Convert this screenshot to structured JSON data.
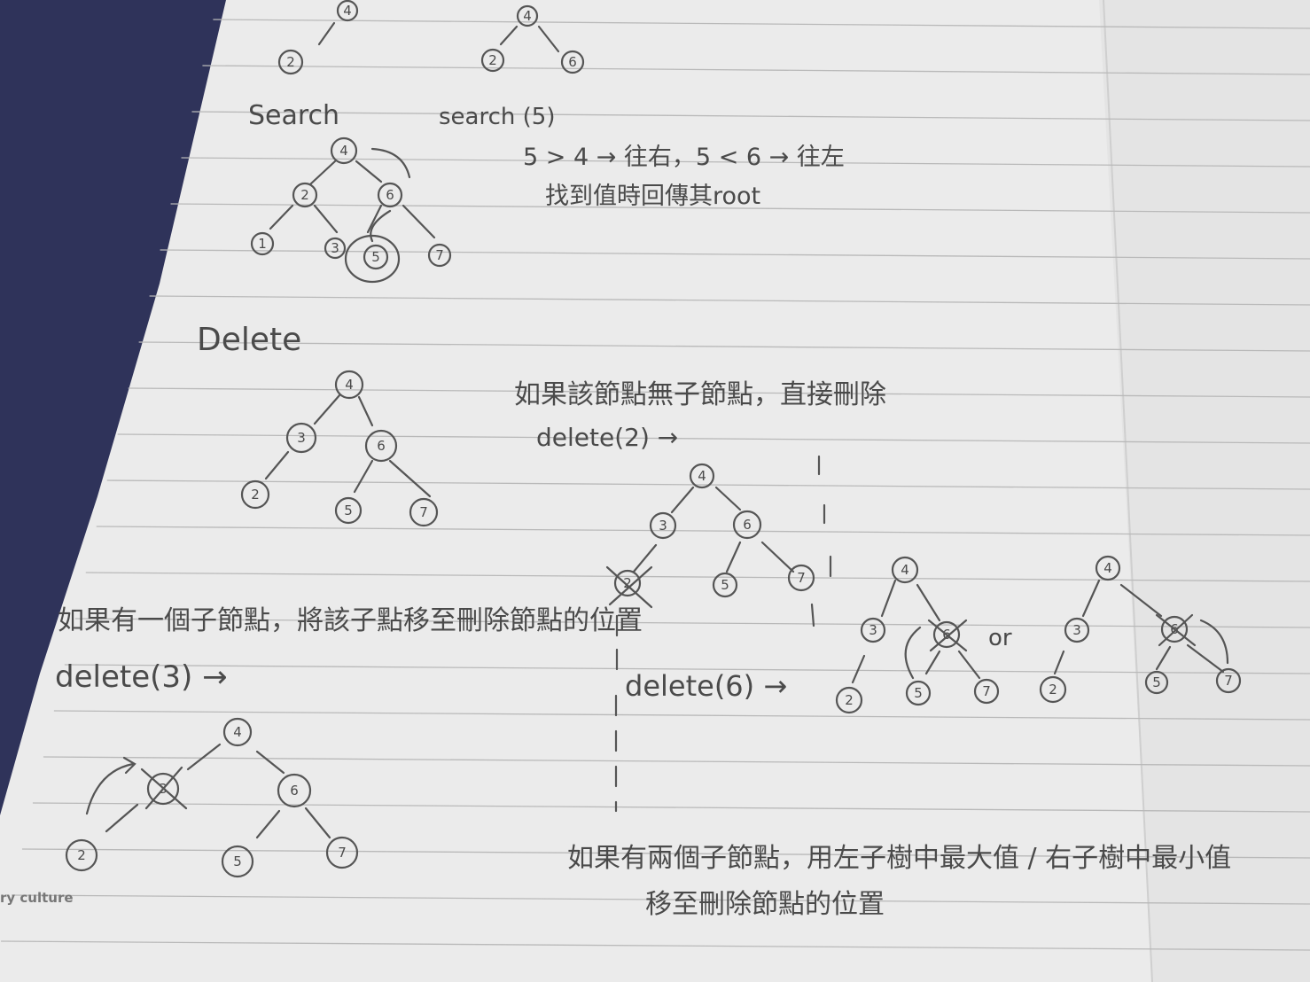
{
  "notebook": {
    "top_trees": {
      "left_root": "4",
      "left_child": "2",
      "right_root": "4",
      "right_left": "2",
      "right_right": "6"
    },
    "search": {
      "heading_left": "Search",
      "heading_right": "search (5)",
      "note_line1": "5 > 4 → 往右，5 < 6 → 往左",
      "note_line2": "找到值時回傳其root",
      "tree": {
        "root": "4",
        "l": "2",
        "r": "6",
        "ll": "1",
        "lr": "3",
        "rl": "5",
        "rr": "7"
      }
    },
    "delete": {
      "heading": "Delete",
      "case1_text": "如果該節點無子節點，直接刪除",
      "case1_call": "delete(2) →",
      "main_tree": {
        "root": "4",
        "l": "3",
        "r": "6",
        "ll": "2",
        "rl": "5",
        "rr": "7"
      },
      "after_tree": {
        "root": "4",
        "l": "3",
        "r": "6",
        "crossed": "2",
        "rl": "5",
        "rr": "7"
      },
      "case2_text": "如果有一個子節點，將該子點移至刪除節點的位置",
      "case2_call": "delete(3) →",
      "case2_tree": {
        "root": "4",
        "crossed": "3",
        "r": "6",
        "ll": "2",
        "rl": "5",
        "rr": "7"
      },
      "case3_call": "delete(6) →",
      "case3_tree_a": {
        "root": "4",
        "l": "3",
        "crossed": "6",
        "ll": "2",
        "rl": "5",
        "rr": "7"
      },
      "or_label": "or",
      "case3_tree_b": {
        "root": "4",
        "l": "3",
        "crossed": "6",
        "ll": "2",
        "rl": "5",
        "rr": "7"
      },
      "case3_text_line1": "如果有兩個子節點，用左子樹中最大值 / 右子樹中最小值",
      "case3_text_line2": "移至刪除節點的位置"
    },
    "footer_mark": "ry culture"
  }
}
